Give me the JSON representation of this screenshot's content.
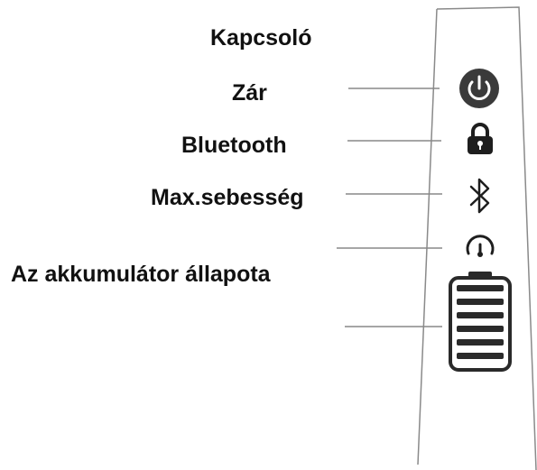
{
  "labels": {
    "power": "Kapcsoló",
    "lock": "Zár",
    "bluetooth": "Bluetooth",
    "max_speed": "Max.sebesség",
    "battery": "Az akkumulátor állapota"
  },
  "icons": {
    "power": "power-icon",
    "lock": "lock-icon",
    "bluetooth": "bluetooth-icon",
    "max_speed": "speedometer-icon",
    "battery": "battery-icon"
  },
  "battery_level": 1.0
}
